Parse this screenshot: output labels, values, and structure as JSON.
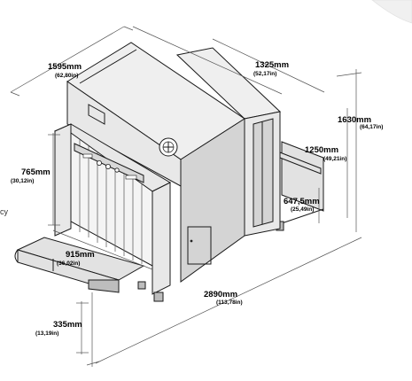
{
  "dimensions": {
    "length_top": {
      "mm": "1595mm",
      "in": "(62,80in)"
    },
    "width_top": {
      "mm": "1325mm",
      "in": "(52,17in)"
    },
    "total_height": {
      "mm": "1630mm",
      "in": "(64,17in)"
    },
    "tunnel_height": {
      "mm": "1250mm",
      "in": "(49,21in)"
    },
    "exit_belt": {
      "mm": "647,5mm",
      "in": "(25,49in)"
    },
    "tunnel_opening": {
      "mm": "765mm",
      "in": "(30,12in)"
    },
    "tunnel_width": {
      "mm": "915mm",
      "in": "(36,02in)"
    },
    "total_length": {
      "mm": "2890mm",
      "in": "(113,78in)"
    },
    "belt_height": {
      "mm": "335mm",
      "in": "(13,19in)"
    }
  },
  "side_fragment": "cy"
}
